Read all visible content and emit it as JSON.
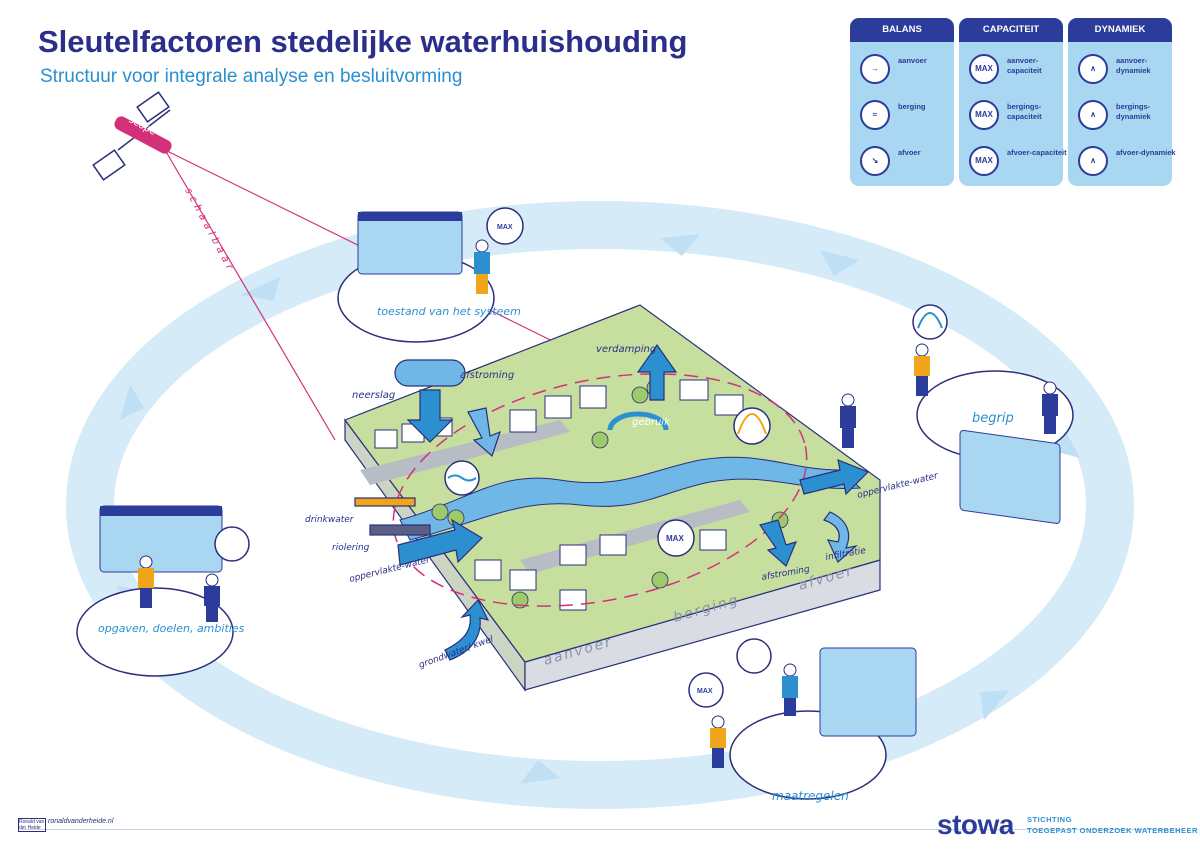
{
  "header": {
    "title": "Sleutelfactoren stedelijke waterhuishouding",
    "subtitle": "Structuur voor integrale analyse en besluitvorming"
  },
  "legend": {
    "columns": [
      {
        "heading": "BALANS",
        "items": [
          "aanvoer",
          "berging",
          "afvoer"
        ]
      },
      {
        "heading": "CAPACITEIT",
        "items": [
          "aanvoer-capaciteit",
          "bergings-capaciteit",
          "afvoer-capaciteit"
        ]
      },
      {
        "heading": "DYNAMIEK",
        "items": [
          "aanvoer-dynamiek",
          "bergings-dynamiek",
          "afvoer-dynamiek"
        ]
      }
    ],
    "icon_text": "MAX"
  },
  "cycle_stages": {
    "stage1": "toestand van het systeem",
    "stage2": "begrip",
    "stage3": "maatregelen",
    "stage4": "opgaven, doelen, ambities"
  },
  "satellite": {
    "label": "scope",
    "beam_label": "schaalbaar"
  },
  "flows": {
    "neerslag": "neerslag",
    "afstroming_top": "afstroming",
    "verdamping": "verdamping",
    "gebruik": "gebruik",
    "drinkwater": "drinkwater",
    "riolering": "riolering",
    "oppervlaktewater_in": "oppervlakte-water",
    "grondwater": "grondwater/ kwel",
    "oppervlaktewater_out": "oppervlakte-water",
    "infiltratie": "infiltratie",
    "afstroming_bottom": "afstroming"
  },
  "block_faces": {
    "aanvoer": "aanvoer",
    "berging": "berging",
    "afvoer": "afvoer"
  },
  "icon_max": "MAX",
  "footer": {
    "signature": "Ronald van der Heide",
    "url": "ronaldvanderheide.nl",
    "brand": "stowa",
    "brand_line1": "STICHTING",
    "brand_line2": "TOEGEPAST ONDERZOEK WATERBEHEER"
  },
  "colors": {
    "title": "#2b2f8a",
    "subtitle": "#2a8fd0",
    "cycle": "#cfe7f6",
    "legend_bg": "#a9d6f1",
    "legend_header": "#2b3c9a",
    "arrow": "#2b8fd0",
    "water": "#6fb7e6",
    "grass": "#b9d98a",
    "scope_beam": "#d4307a",
    "person_accent": "#f0a51a"
  }
}
